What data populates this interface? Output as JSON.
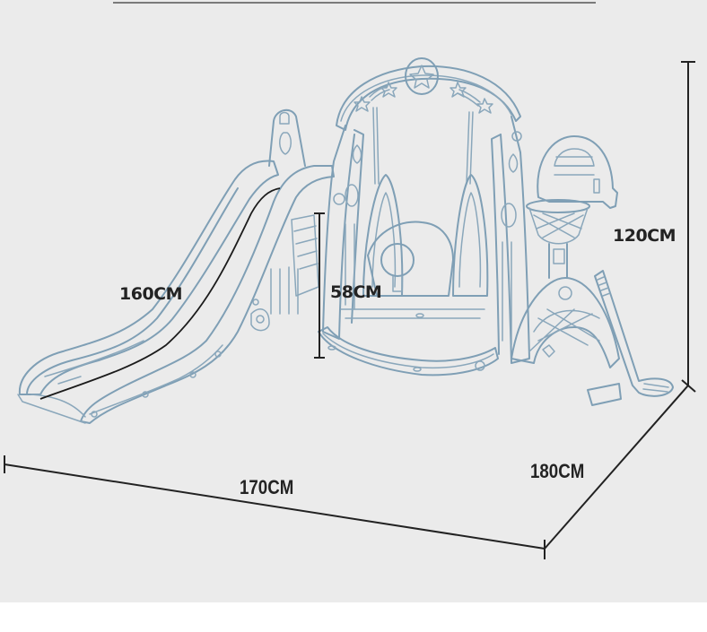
{
  "diagram": {
    "subject": "children's slide, swing, basketball hoop and golf play set",
    "background_color": "#ebebeb",
    "outline_color": "#7f9fb5",
    "dimension_line_color": "#222222",
    "dimensions": {
      "slide_length": "160CM",
      "slide_platform_height": "58CM",
      "total_height": "120CM",
      "width": "170CM",
      "depth": "180CM"
    },
    "components": [
      "slide",
      "ladder",
      "swing arch with stars",
      "swing seat",
      "basketball hoop",
      "soccer goal net",
      "golf club"
    ]
  }
}
